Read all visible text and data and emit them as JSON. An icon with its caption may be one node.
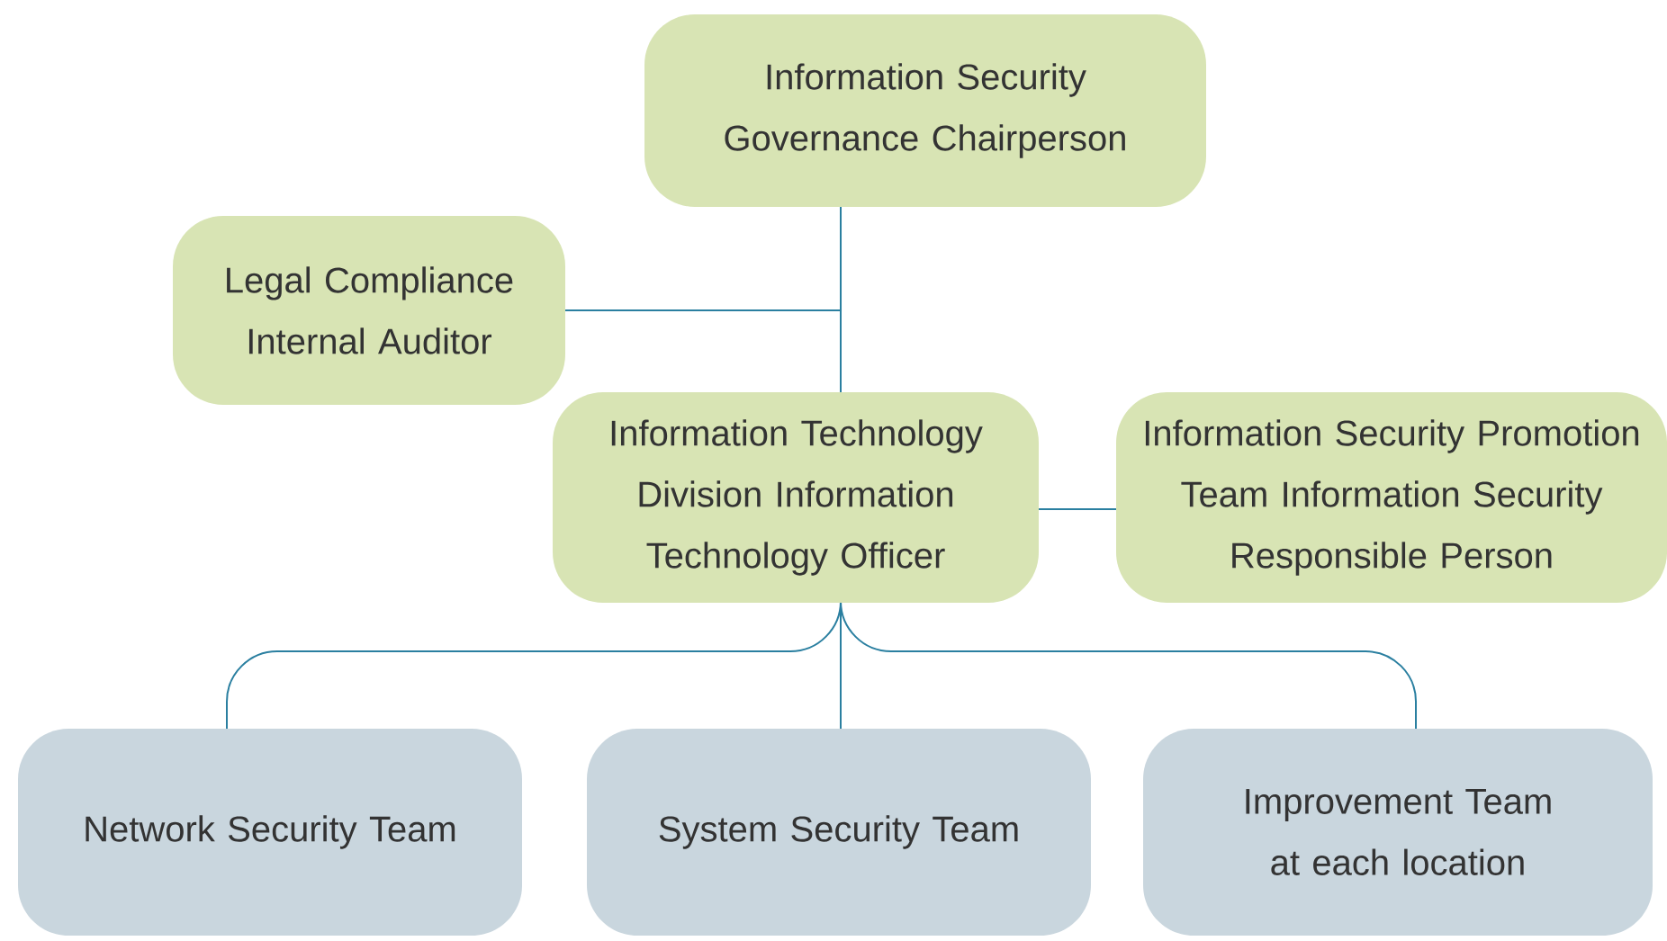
{
  "diagram": {
    "nodes": [
      {
        "text": [
          "Information Security Governance Chairperson"
        ]
      },
      {
        "text": [
          "Legal Compliance Internal Auditor"
        ]
      },
      {
        "text": [
          "Information Technology Division Information Technology Officer"
        ]
      },
      {
        "text": [
          "Information Security Promotion Team Information Security  Responsible Person"
        ]
      },
      {
        "text": [
          "Network Security Team"
        ]
      },
      {
        "text": [
          "System Security Team"
        ]
      },
      {
        "text": [
          "Improvement Team at each location"
        ]
      }
    ],
    "edges": [
      {
        "from": 0,
        "to": 2,
        "arrow": "none"
      },
      {
        "from": 1,
        "to": 0,
        "arrow": "none"
      },
      {
        "from": 2,
        "to": 3,
        "arrow": "none"
      },
      {
        "from": 2,
        "to": 4,
        "arrow": "none"
      },
      {
        "from": 2,
        "to": 5,
        "arrow": "none"
      },
      {
        "from": 2,
        "to": 6,
        "arrow": "none"
      }
    ]
  }
}
